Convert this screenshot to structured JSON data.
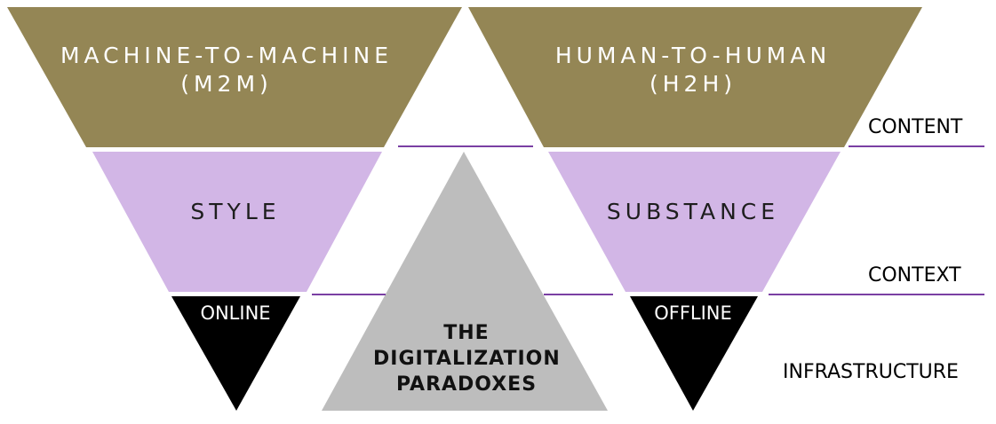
{
  "colors": {
    "content_tier": "#948655",
    "context_tier": "#d2b6e6",
    "infrastructure_tier": "#000000",
    "paradox_triangle": "#bdbdbd",
    "divider_line": "#7a3fa3"
  },
  "left_pyramid": {
    "top_line1": "MACHINE-TO-MACHINE",
    "top_line2": "(M2M)",
    "middle": "STYLE",
    "bottom": "ONLINE"
  },
  "right_pyramid": {
    "top_line1": "HUMAN-TO-HUMAN",
    "top_line2": "(H2H)",
    "middle": "SUBSTANCE",
    "bottom": "OFFLINE"
  },
  "center": {
    "line1": "THE",
    "line2": "DIGITALIZATION",
    "line3": "PARADOXES"
  },
  "layers": {
    "content": "CONTENT",
    "context": "CONTEXT",
    "infrastructure": "INFRASTRUCTURE"
  }
}
